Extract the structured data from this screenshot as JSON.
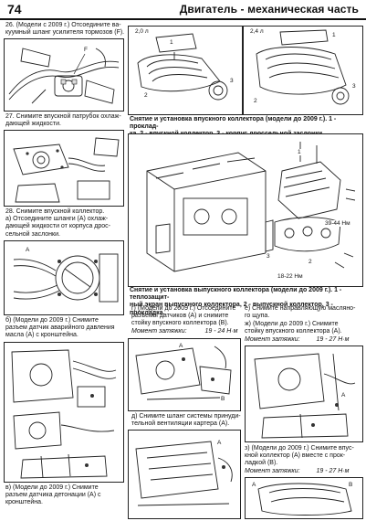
{
  "header": {
    "page_number": "74",
    "title": "Двигатель - механическая часть"
  },
  "steps": {
    "s26_l1": "26. (Модели с 2009 г.) Отсоедините ва-",
    "s26_l2": "куумный шланг усилителя тормозов (F).",
    "s27_l1": "27. Снимите впускной патрубок охлаж-",
    "s27_l2": "дающей жидкости.",
    "s28_l1": "28. Снимите впускной коллектор.",
    "s28_l2": "а) Отсоедините шланги (А) охлаж-",
    "s28_l3": "дающей жидкости от корпуса дрос-",
    "s28_l4": "сельной заслонки.",
    "sb_l1": "б) (Модели до 2009 г.) Снимите",
    "sb_l2": "разъем датчик аварийного давления",
    "sb_l3": "масла (А) с кронштейна.",
    "sv_l1": "в) (Модели до 2009 г.) Снимите",
    "sv_l2": "разъем датчика детонации (А) с",
    "sv_l3": "кронштейна.",
    "sg_l1": "г) (Модели до 2009 г.) Отсоедините",
    "sg_l2": "разъемы датчиков (А) и снимите",
    "sg_l3": "стойку впускного коллектора (В).",
    "sg_torque_label": "Момент затяжки:",
    "sg_torque_value": "19 - 24 Н·м",
    "sd_l1": "д) Снимите шланг системы принуди-",
    "sd_l2": "тельной вентиляции картера (А).",
    "se_l1": "е) Снимите направляющую масляно-",
    "se_l2": "го щупа.",
    "szh_l1": "ж) (Модели до 2009 г.) Снимите",
    "szh_l2": "стойку впускного коллектора (А).",
    "szh_torque_label": "Момент затяжки:",
    "szh_torque_value": "19 - 27 Н·м",
    "sz_l1": "з) (Модели до 2009 г.) Снимите впус-",
    "sz_l2": "кной коллектор (А) вместе с прок-",
    "sz_l3": "ладкой (В).",
    "sz_torque_label": "Момент затяжки:",
    "sz_torque_value": "19 - 27 Н·м"
  },
  "captions": {
    "intake_l1": "Снятие и установка впускного коллектора (модели до 2009 г.). 1 - проклад-",
    "intake_l2": "ка, 2 - впускной коллектор, 3 - корпус дроссельной заслонки.",
    "exhaust_l1": "Снятие и установка выпускного коллектора (модели до 2009 г.). 1 - теплозащит-",
    "exhaust_l2": "ный экран выпускного коллектора, 2 - выпускной коллектор, 3 - прокладка."
  },
  "labels": {
    "engine_2_0": "2,0 л",
    "engine_2_4": "2,4 л",
    "torque_39_44": "39-44 Нм",
    "torque_18_22": "18-22 Нм",
    "F": "F",
    "A": "A",
    "B": "B",
    "n1": "1",
    "n2": "2",
    "n3": "3"
  }
}
